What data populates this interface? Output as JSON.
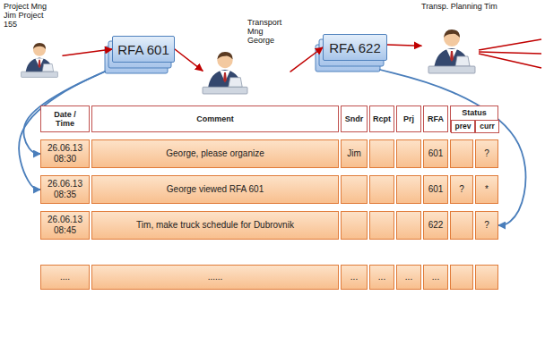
{
  "diagram": {
    "nodes": [
      {
        "text": [
          "Project Mng Jim Project 155"
        ]
      },
      {
        "text": [
          "RFA 601"
        ]
      },
      {
        "text": [
          "Transport Mng George"
        ]
      },
      {
        "text": [
          "RFA 622"
        ]
      },
      {
        "text": [
          "Transp. Planning Tim"
        ]
      },
      {
        "text": [
          "Date / Time"
        ]
      },
      {
        "text": [
          "Comment"
        ]
      },
      {
        "text": [
          "Sndr"
        ]
      },
      {
        "text": [
          "Rcpt"
        ]
      },
      {
        "text": [
          "Prj"
        ]
      },
      {
        "text": [
          "RFA"
        ]
      },
      {
        "text": [
          "Status"
        ]
      },
      {
        "text": [
          "prev"
        ],
        "in": 11
      },
      {
        "text": [
          "curr"
        ],
        "in": 11
      },
      {
        "text": [
          "26.06.13 08:30"
        ]
      },
      {
        "text": [
          "George, please organize"
        ]
      },
      {
        "text": [
          "Jim"
        ]
      },
      {
        "text": [
          "601"
        ]
      },
      {
        "text": [
          "?"
        ]
      },
      {
        "text": [
          "26.06.13 08:35"
        ]
      },
      {
        "text": [
          "George viewed RFA 601"
        ]
      },
      {
        "text": [
          "601"
        ]
      },
      {
        "text": [
          "?"
        ]
      },
      {
        "text": [
          "*"
        ]
      },
      {
        "text": [
          "26.06.13 08:45"
        ]
      },
      {
        "text": [
          "Tim, make truck schedule for Dubrovnik"
        ]
      },
      {
        "text": [
          "622"
        ]
      },
      {
        "text": [
          "?"
        ]
      },
      {
        "text": [
          "...."
        ]
      },
      {
        "text": [
          "......"
        ]
      },
      {
        "text": [
          "..."
        ]
      },
      {
        "text": [
          "..."
        ]
      },
      {
        "text": [
          "..."
        ]
      },
      {
        "text": [
          "..."
        ]
      }
    ],
    "edges": [
      {
        "from": 0,
        "to": 1,
        "arrow": "to"
      },
      {
        "from": 1,
        "to": 2,
        "arrow": "to"
      },
      {
        "from": 2,
        "to": 3,
        "arrow": "to"
      },
      {
        "from": 3,
        "to": 4,
        "arrow": "to"
      },
      {
        "from": 1,
        "to": 14,
        "arrow": "to"
      },
      {
        "from": 1,
        "to": 19,
        "arrow": "to"
      },
      {
        "from": 3,
        "to": 27,
        "arrow": "to"
      }
    ]
  }
}
